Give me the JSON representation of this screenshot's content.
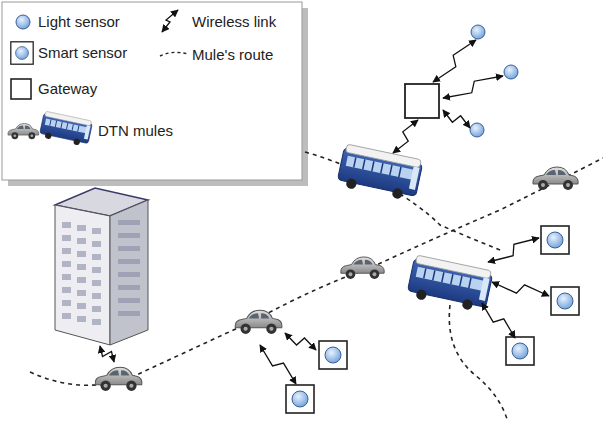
{
  "diagram": {
    "legend": [
      {
        "text": "Light sensor"
      },
      {
        "text": "Wireless link"
      },
      {
        "text": "Smart sensor"
      },
      {
        "text": "Mule's route"
      },
      {
        "text": "Gateway"
      },
      {
        "text": "DTN mules"
      }
    ]
  }
}
